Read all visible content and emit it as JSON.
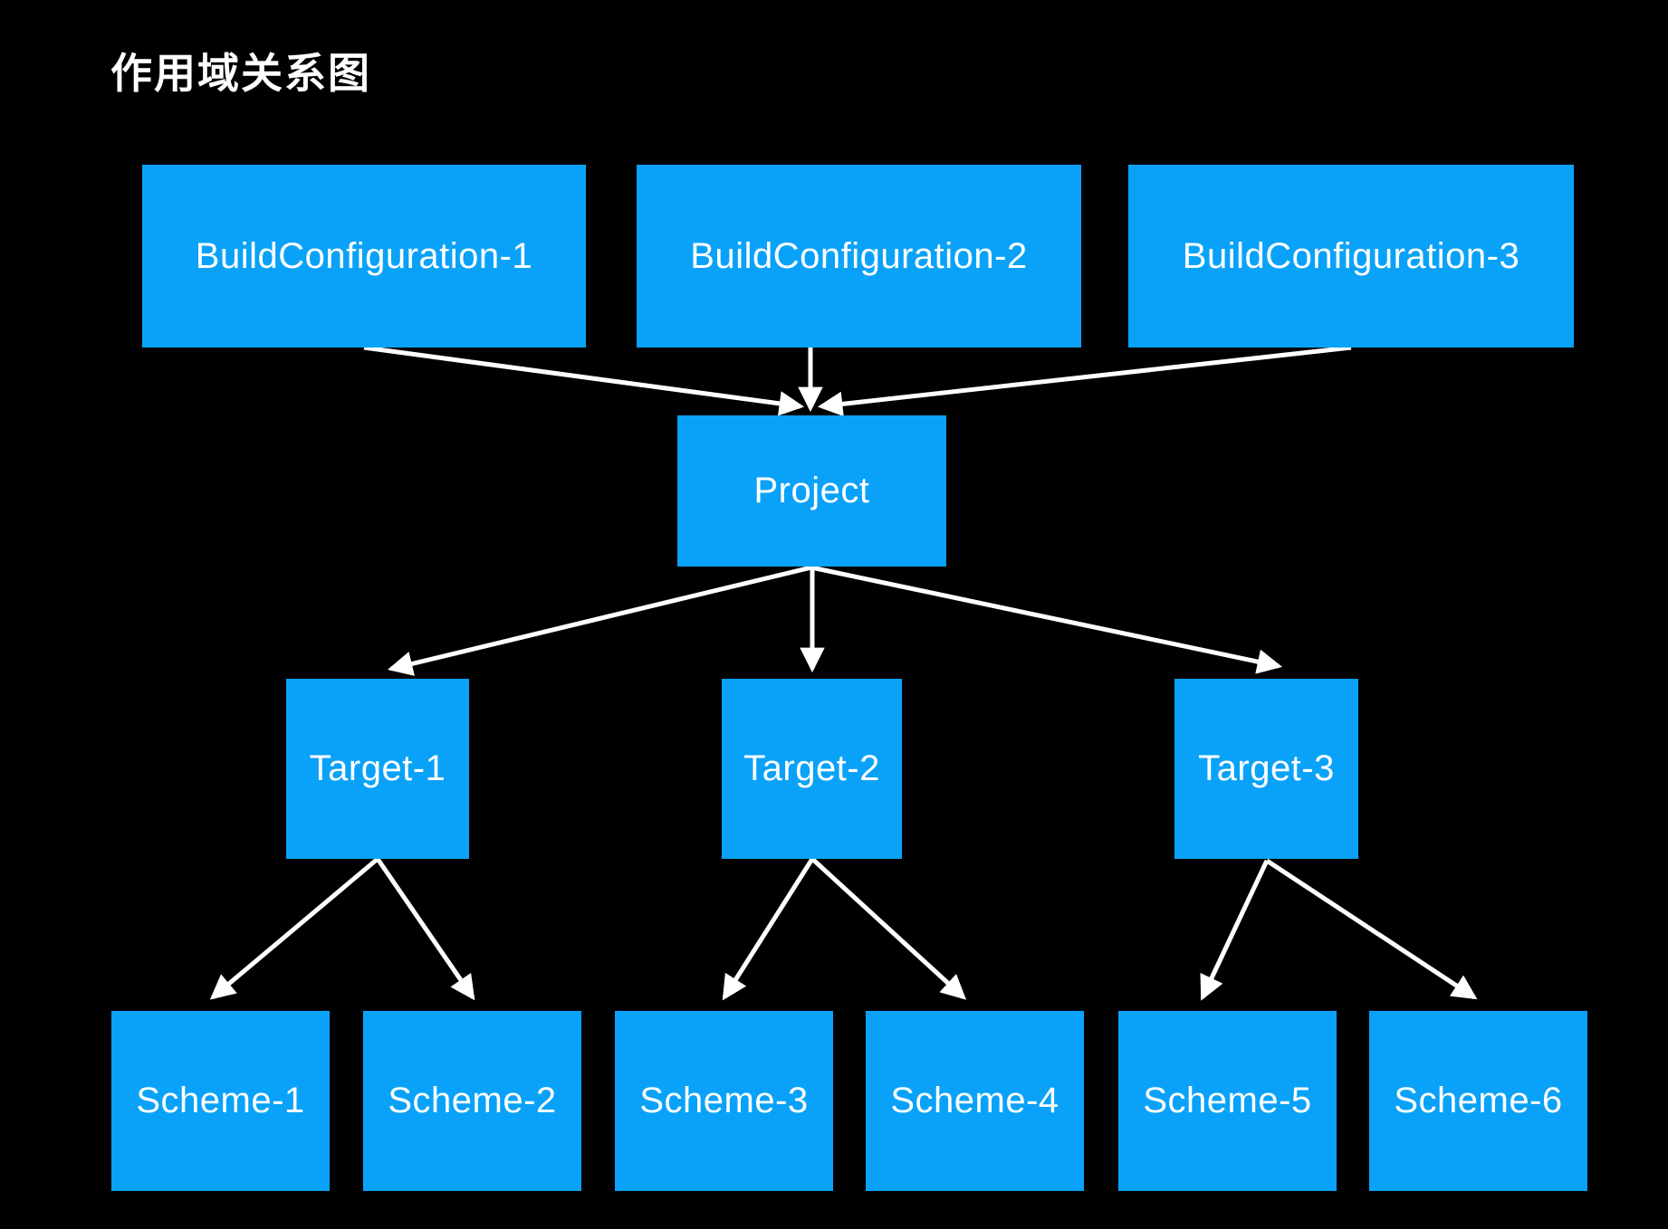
{
  "title": "作用域关系图",
  "colors": {
    "background": "#000000",
    "node_fill": "#0AA2F8",
    "node_text": "#FFFFFF",
    "arrow": "#FFFFFF"
  },
  "diagram": {
    "nodes": [
      {
        "id": "build-configuration-1",
        "label": "BuildConfiguration-1"
      },
      {
        "id": "build-configuration-2",
        "label": "BuildConfiguration-2"
      },
      {
        "id": "build-configuration-3",
        "label": "BuildConfiguration-3"
      },
      {
        "id": "project",
        "label": "Project"
      },
      {
        "id": "target-1",
        "label": "Target-1"
      },
      {
        "id": "target-2",
        "label": "Target-2"
      },
      {
        "id": "target-3",
        "label": "Target-3"
      },
      {
        "id": "scheme-1",
        "label": "Scheme-1"
      },
      {
        "id": "scheme-2",
        "label": "Scheme-2"
      },
      {
        "id": "scheme-3",
        "label": "Scheme-3"
      },
      {
        "id": "scheme-4",
        "label": "Scheme-4"
      },
      {
        "id": "scheme-5",
        "label": "Scheme-5"
      },
      {
        "id": "scheme-6",
        "label": "Scheme-6"
      }
    ],
    "edges": [
      {
        "from": "build-configuration-1",
        "to": "project"
      },
      {
        "from": "build-configuration-2",
        "to": "project"
      },
      {
        "from": "build-configuration-3",
        "to": "project"
      },
      {
        "from": "project",
        "to": "target-1"
      },
      {
        "from": "project",
        "to": "target-2"
      },
      {
        "from": "project",
        "to": "target-3"
      },
      {
        "from": "target-1",
        "to": "scheme-1"
      },
      {
        "from": "target-1",
        "to": "scheme-2"
      },
      {
        "from": "target-2",
        "to": "scheme-3"
      },
      {
        "from": "target-2",
        "to": "scheme-4"
      },
      {
        "from": "target-3",
        "to": "scheme-5"
      },
      {
        "from": "target-3",
        "to": "scheme-6"
      }
    ]
  }
}
